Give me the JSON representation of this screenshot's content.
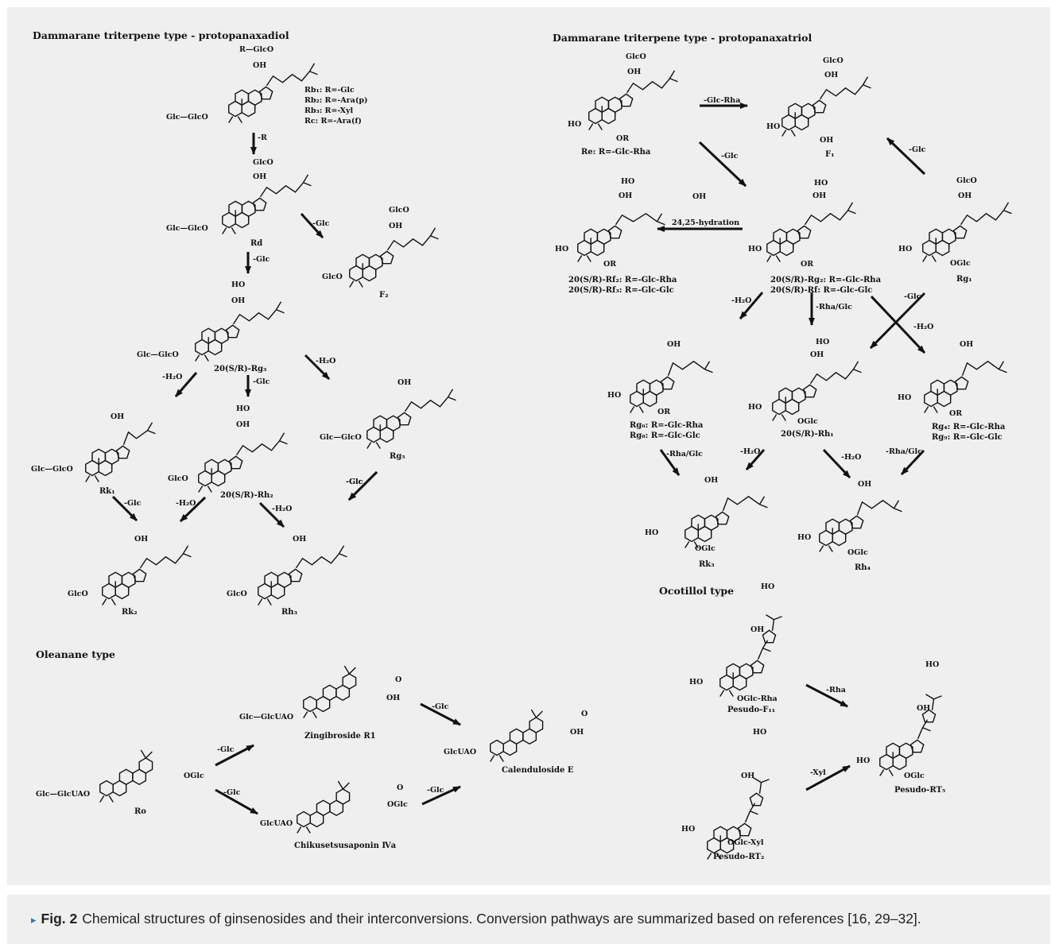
{
  "sections": {
    "ppd": "Dammarane triterpene type - protopanaxadiol",
    "ppt": "Dammarane triterpene type - protopanaxatriol",
    "oleanane": "Oleanane type",
    "ocotillol": "Ocotillol type"
  },
  "legend_rb": [
    "Rb₁: R=-Glc",
    "Rb₂: R=-Ara(p)",
    "Rb₃: R=-Xyl",
    "Rc: R=-Ara(f)"
  ],
  "structures": [
    {
      "id": "rb",
      "name": "",
      "name2": "",
      "labels": [
        "R—GlcO",
        "OH",
        "Glc—GlcO"
      ]
    },
    {
      "id": "rd",
      "name": "Rd",
      "name2": "",
      "labels": [
        "GlcO",
        "OH",
        "Glc—GlcO"
      ]
    },
    {
      "id": "f2",
      "name": "F₂",
      "name2": "",
      "labels": [
        "GlcO",
        "OH",
        "GlcO"
      ]
    },
    {
      "id": "rg3",
      "name": "20(S/R)-Rg₃",
      "name2": "",
      "labels": [
        "HO",
        "OH",
        "Glc—GlcO"
      ]
    },
    {
      "id": "rk1",
      "name": "Rk₁",
      "name2": "",
      "labels": [
        "OH",
        "Glc—GlcO"
      ]
    },
    {
      "id": "rh2",
      "name": "20(S/R)-Rh₂",
      "name2": "",
      "labels": [
        "HO",
        "OH",
        "GlcO"
      ]
    },
    {
      "id": "rg5",
      "name": "Rg₅",
      "name2": "",
      "labels": [
        "OH",
        "Glc—GlcO"
      ]
    },
    {
      "id": "rk2",
      "name": "Rk₂",
      "name2": "",
      "labels": [
        "OH",
        "GlcO"
      ]
    },
    {
      "id": "rh3",
      "name": "Rh₃",
      "name2": "",
      "labels": [
        "OH",
        "GlcO"
      ]
    },
    {
      "id": "re",
      "name": "Re: R=-Glc-Rha",
      "name2": "",
      "labels": [
        "GlcO",
        "OH",
        "HO",
        "OR"
      ]
    },
    {
      "id": "f1",
      "name": "F₁",
      "name2": "",
      "labels": [
        "GlcO",
        "OH",
        "HO",
        "OH"
      ]
    },
    {
      "id": "rf2",
      "name": "20(S/R)-Rf₂: R=-Glc-Rha",
      "name2": "20(S/R)-Rf₃: R=-Glc-Glc",
      "labels": [
        "HO",
        "OH",
        "OH",
        "HO",
        "OR"
      ]
    },
    {
      "id": "rg2",
      "name": "20(S/R)-Rg₂: R=-Glc-Rha",
      "name2": "20(S/R)-Rf: R=-Glc-Glc",
      "labels": [
        "HO",
        "OH",
        "HO",
        "OR"
      ]
    },
    {
      "id": "rg1",
      "name": "Rg₁",
      "name2": "",
      "labels": [
        "GlcO",
        "OH",
        "HO",
        "OGlc"
      ]
    },
    {
      "id": "rg6",
      "name": "Rg₆: R=-Glc-Rha",
      "name2": "Rg₈: R=-Glc-Glc",
      "labels": [
        "OH",
        "HO",
        "OR"
      ]
    },
    {
      "id": "rh1",
      "name": "20(S/R)-Rh₁",
      "name2": "",
      "labels": [
        "HO",
        "OH",
        "HO",
        "OGlc"
      ]
    },
    {
      "id": "rg4",
      "name": "Rg₄: R=-Glc-Rha",
      "name2": "Rg₉: R=-Glc-Glc",
      "labels": [
        "OH",
        "HO",
        "OR"
      ]
    },
    {
      "id": "rk3",
      "name": "Rk₃",
      "name2": "",
      "labels": [
        "OH",
        "HO",
        "OGlc"
      ]
    },
    {
      "id": "rh4",
      "name": "Rh₄",
      "name2": "",
      "labels": [
        "OH",
        "HO",
        "OGlc"
      ]
    },
    {
      "id": "pf11",
      "name": "Pesudo-F₁₁",
      "name2": "",
      "labels": [
        "HO",
        "OH",
        "HO",
        "OGlc-Rha"
      ]
    },
    {
      "id": "prt2",
      "name": "Pesudo-RT₂",
      "name2": "",
      "labels": [
        "HO",
        "OH",
        "HO",
        "OGlc-Xyl"
      ]
    },
    {
      "id": "prt5",
      "name": "Pesudo-RT₅",
      "name2": "",
      "labels": [
        "HO",
        "OH",
        "HO",
        "OGlc"
      ]
    },
    {
      "id": "ro",
      "name": "Ro",
      "name2": "",
      "labels": [
        "OGlc",
        "Glc—GlcUAO"
      ]
    },
    {
      "id": "zr1",
      "name": "Zingibroside R1",
      "name2": "",
      "labels": [
        "O",
        "OH",
        "Glc—GlcUAO"
      ]
    },
    {
      "id": "chik",
      "name": "Chikusetsusaponin Ⅳa",
      "name2": "",
      "labels": [
        "O",
        "OGlc",
        "GlcUAO"
      ]
    },
    {
      "id": "cal",
      "name": "Calenduloside E",
      "name2": "",
      "labels": [
        "O",
        "OH",
        "GlcUAO"
      ]
    }
  ],
  "arrows": [
    {
      "id": "a1",
      "label": "-R"
    },
    {
      "id": "a2",
      "label": "-Glc"
    },
    {
      "id": "a3",
      "label": "-Glc"
    },
    {
      "id": "a4",
      "label": "-Glc"
    },
    {
      "id": "a5",
      "label": "-H₂O"
    },
    {
      "id": "a6",
      "label": "-H₂O"
    },
    {
      "id": "a7",
      "label": "-Glc"
    },
    {
      "id": "a8",
      "label": "-Glc"
    },
    {
      "id": "a9",
      "label": "-H₂O"
    },
    {
      "id": "a10",
      "label": "-H₂O"
    },
    {
      "id": "a11",
      "label": "-Glc"
    },
    {
      "id": "b1",
      "label": "-Glc-Rha"
    },
    {
      "id": "b2",
      "label": "-Glc"
    },
    {
      "id": "b3",
      "label": "-Glc"
    },
    {
      "id": "b4",
      "label": "24,25-hydration"
    },
    {
      "id": "b5",
      "label": "-H₂O"
    },
    {
      "id": "b6",
      "label": "-Rha/Glc"
    },
    {
      "id": "b7",
      "label": "-Glc"
    },
    {
      "id": "b8",
      "label": "-H₂O"
    },
    {
      "id": "b9",
      "label": "-Rha/Glc"
    },
    {
      "id": "b10",
      "label": "-H₂O"
    },
    {
      "id": "b11",
      "label": "-H₂O"
    },
    {
      "id": "b12",
      "label": "-Rha/Glc"
    },
    {
      "id": "c1",
      "label": "-Rha"
    },
    {
      "id": "c2",
      "label": "-Xyl"
    },
    {
      "id": "d1",
      "label": "-Glc"
    },
    {
      "id": "d2",
      "label": "-Glc"
    },
    {
      "id": "d3",
      "label": "-Glc"
    },
    {
      "id": "d4",
      "label": "-Glc"
    }
  ],
  "caption": {
    "marker": "▸",
    "fig": "Fig. 2",
    "text": "Chemical structures of ginsenosides and their interconversions. Conversion pathways are summarized based on references [16, 29–32]."
  }
}
